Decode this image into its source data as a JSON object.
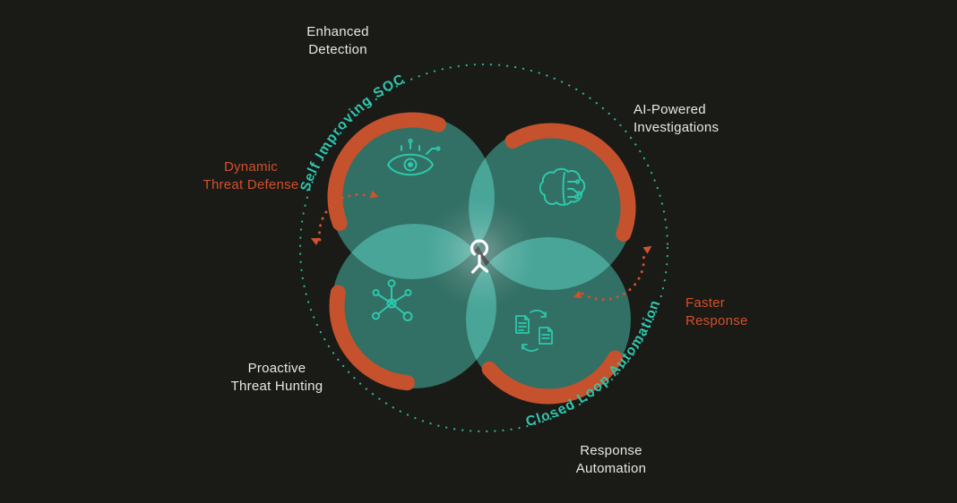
{
  "colors": {
    "background": "#1a1a17",
    "teal_accent": "#2fc7ad",
    "petal_teal": "#1b5f55",
    "orange_accent": "#d0522c",
    "label_white": "#e9e7e0",
    "logo_white": "#ffffff"
  },
  "center": {
    "logo_icon": "cartwheel-person-logo"
  },
  "ring_labels": {
    "self_improving_soc": "Self Improving SOC",
    "closed_loop_automation": "Closed Loop Automation"
  },
  "callouts": {
    "enhanced_detection": {
      "label": "Enhanced\nDetection",
      "icon": "eye-circuit-icon",
      "color": "white"
    },
    "ai_powered_investigations": {
      "label": "AI-Powered\nInvestigations",
      "icon": "brain-circuit-icon",
      "color": "white"
    },
    "dynamic_threat_defense": {
      "label": "Dynamic\nThreat Defense",
      "color": "orange"
    },
    "faster_response": {
      "label": "Faster\nResponse",
      "color": "orange"
    },
    "proactive_threat_hunting": {
      "label": "Proactive\nThreat Hunting",
      "icon": "molecule-network-icon",
      "color": "white"
    },
    "response_automation": {
      "label": "Response\nAutomation",
      "icon": "documents-sync-icon",
      "color": "white"
    }
  }
}
